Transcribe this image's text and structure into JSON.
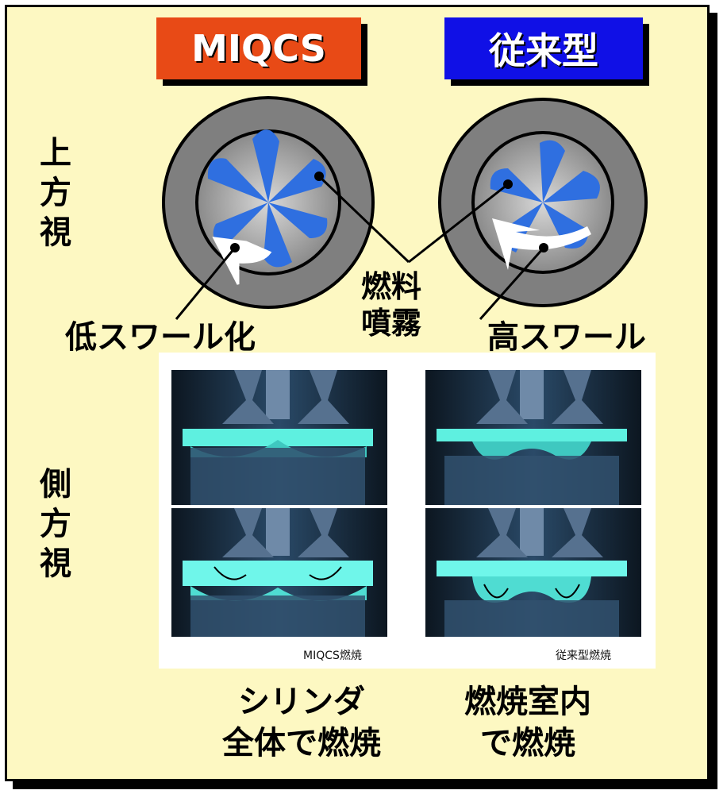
{
  "badges": {
    "miqcs": "MIQCS",
    "conventional": "従来型"
  },
  "view_labels": {
    "top": "上方視",
    "side": "側方視"
  },
  "callouts": {
    "low_swirl": "低スワール化",
    "high_swirl": "高スワール",
    "fuel_spray": [
      "燃料",
      "噴霧"
    ]
  },
  "captions": {
    "miqcs": "MIQCS燃焼",
    "conventional": "従来型燃焼"
  },
  "results": {
    "miqcs": [
      "シリンダ",
      "全体で燃焼"
    ],
    "conventional": [
      "燃焼室内",
      "で燃焼"
    ]
  },
  "colors": {
    "background": "#fdf8c2",
    "miqcs_accent": "#e84a16",
    "conventional_accent": "#1010e6",
    "spray": "#2f6fe0",
    "cylinder": "#808080",
    "flame": "#5ef0e0"
  }
}
